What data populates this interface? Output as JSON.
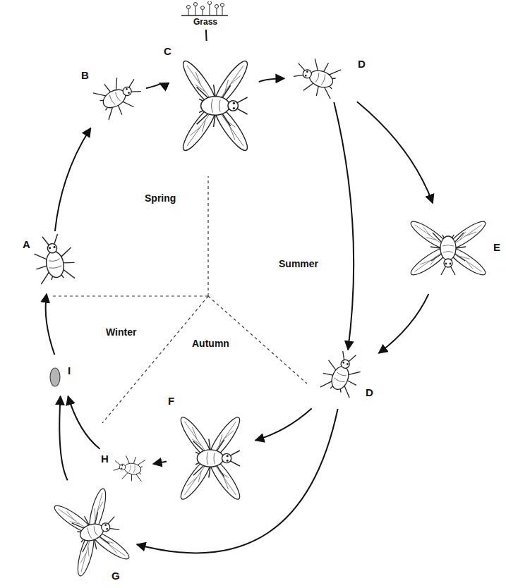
{
  "diagram": {
    "nodes": [
      {
        "text": [
          "A"
        ]
      },
      {
        "text": [
          "B"
        ]
      },
      {
        "text": [
          "Grass"
        ]
      },
      {
        "text": [
          "C"
        ]
      },
      {
        "text": [
          "D"
        ]
      },
      {
        "text": [
          "E"
        ]
      },
      {
        "text": [
          "D"
        ]
      },
      {
        "text": [
          "F"
        ]
      },
      {
        "text": [
          "H"
        ]
      },
      {
        "text": [
          "G"
        ]
      },
      {
        "text": [
          "I"
        ]
      }
    ],
    "edges": [
      {
        "from": 0,
        "to": 1,
        "arrow": "to"
      },
      {
        "from": 1,
        "to": 3,
        "arrow": "to"
      },
      {
        "from": 2,
        "to": 3,
        "arrow": "none"
      },
      {
        "from": 3,
        "to": 4,
        "arrow": "to"
      },
      {
        "from": 4,
        "to": 5,
        "arrow": "to"
      },
      {
        "from": 4,
        "to": 6,
        "arrow": "to"
      },
      {
        "from": 5,
        "to": 6,
        "arrow": "to"
      },
      {
        "from": 6,
        "to": 7,
        "arrow": "to"
      },
      {
        "from": 6,
        "to": 9,
        "arrow": "to"
      },
      {
        "from": 7,
        "to": 8,
        "arrow": "to"
      },
      {
        "from": 8,
        "to": 10,
        "arrow": "to"
      },
      {
        "from": 9,
        "to": 10,
        "arrow": "to"
      },
      {
        "from": 10,
        "to": 0,
        "arrow": "to"
      }
    ],
    "labels": [
      "Spring",
      "Summer",
      "Winter",
      "Autumn"
    ]
  }
}
